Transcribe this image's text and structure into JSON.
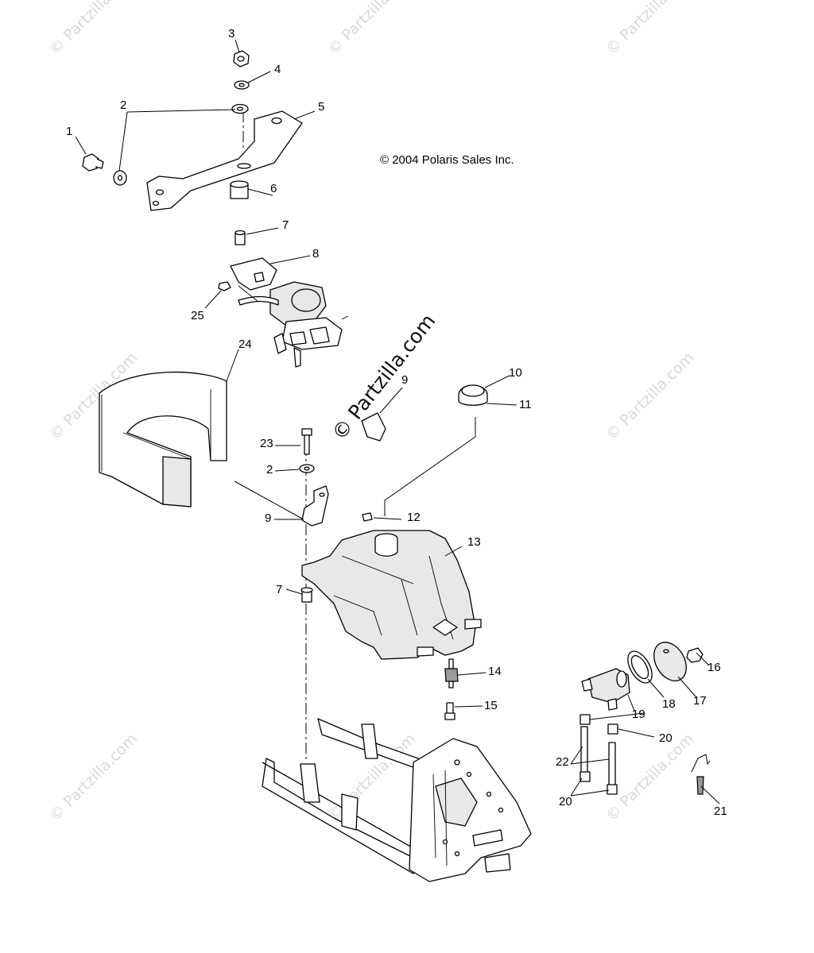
{
  "copyright": "© 2004 Polaris Sales Inc.",
  "watermark_center": "© Partzilla.com",
  "watermark_tile": "© Partzilla.com",
  "callouts": {
    "c1": "1",
    "c2a": "2",
    "c2b": "2",
    "c3": "3",
    "c4": "4",
    "c5": "5",
    "c6": "6",
    "c7a": "7",
    "c7b": "7",
    "c8": "8",
    "c9a": "9",
    "c9b": "9",
    "c10": "10",
    "c11": "11",
    "c12": "12",
    "c13": "13",
    "c14": "14",
    "c15": "15",
    "c16": "16",
    "c17": "17",
    "c18": "18",
    "c19": "19",
    "c20a": "20",
    "c20b": "20",
    "c21": "21",
    "c22": "22",
    "c23": "23",
    "c24": "24",
    "c25": "25"
  },
  "colors": {
    "line": "#000000",
    "watermark": "#d9d9d9",
    "background": "#ffffff"
  }
}
